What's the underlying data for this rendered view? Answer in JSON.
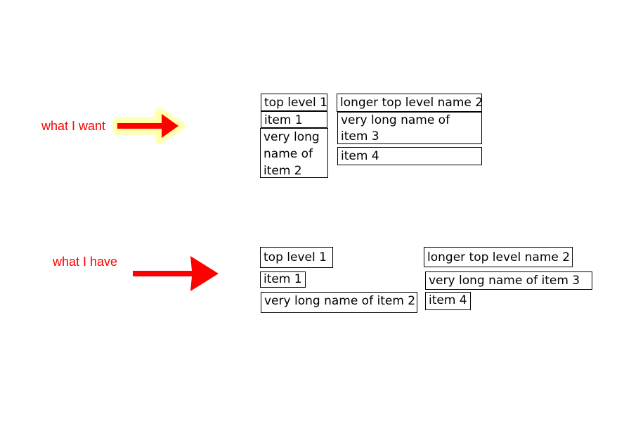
{
  "want": {
    "label": "what I want",
    "col1": {
      "top": "top level 1",
      "items": [
        "item 1",
        "very long name of item 2"
      ]
    },
    "col2": {
      "top": "longer top level name 2",
      "items": [
        "very long name of item 3",
        "item 4"
      ]
    }
  },
  "have": {
    "label": "what I have",
    "col1": {
      "top": "top level 1",
      "items": [
        "item 1",
        "very long name of item 2"
      ]
    },
    "col2": {
      "top": "longer top level name 2",
      "items": [
        "very long name of item 3",
        "item 4"
      ]
    }
  },
  "colors": {
    "label": "#ff0000",
    "arrow": "#ff0000",
    "glow": "#ffffc0",
    "border": "#000000"
  }
}
